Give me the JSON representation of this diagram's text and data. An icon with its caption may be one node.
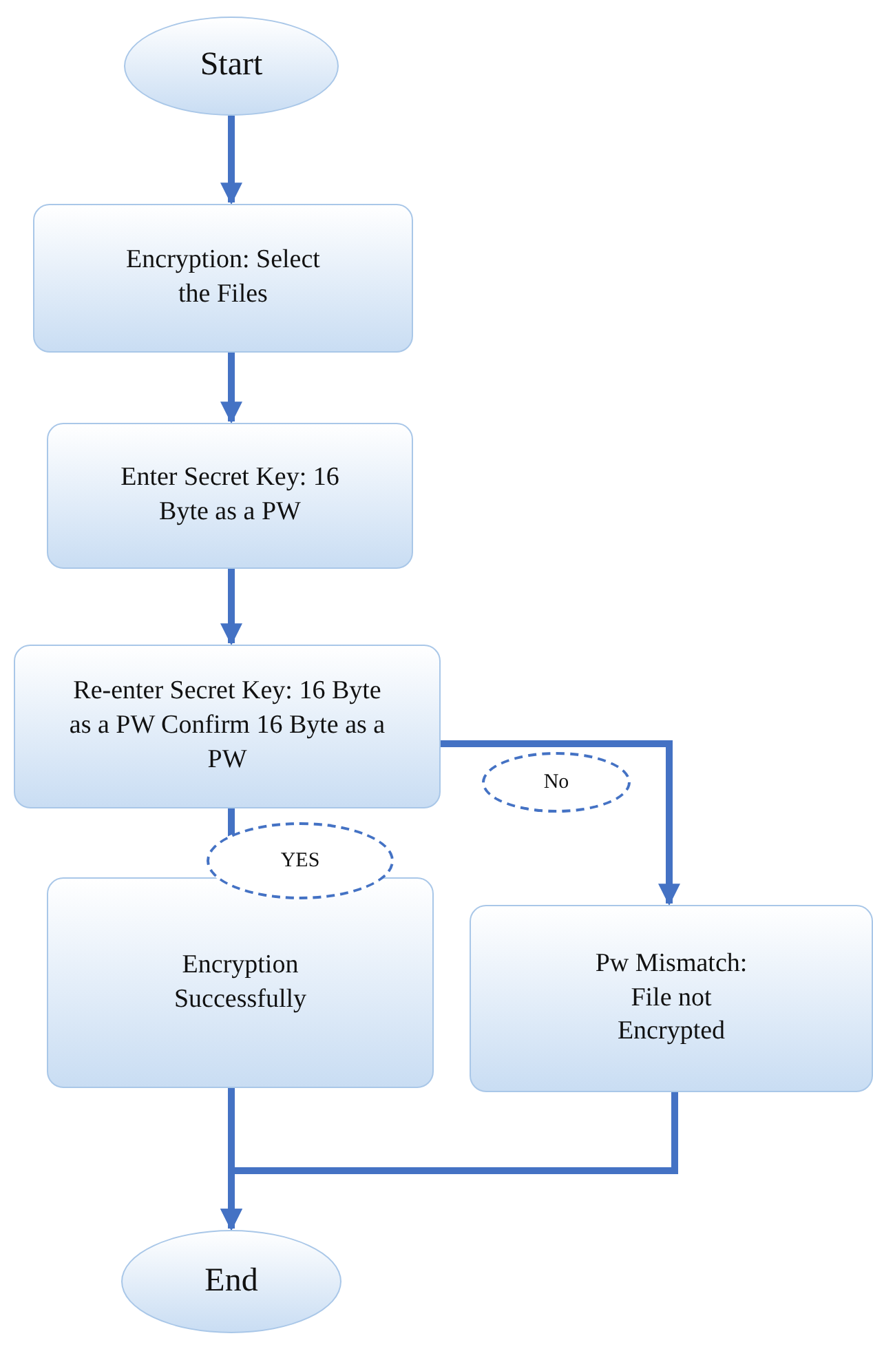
{
  "diagram": {
    "nodes": [
      {
        "text": [
          "Start"
        ]
      },
      {
        "text": [
          "Encryption: Select the Files"
        ]
      },
      {
        "text": [
          "Enter Secret Key: 16 Byte as a PW"
        ]
      },
      {
        "text": [
          "Re-enter Secret Key: 16 Byte as a PW Confirm 16 Byte as a PW"
        ]
      },
      {
        "text": [
          "Encryption Successfully"
        ]
      },
      {
        "text": [
          "Pw Mismatch: File not Encrypted"
        ]
      },
      {
        "text": [
          "End"
        ]
      }
    ],
    "edges": [
      {
        "from": 0,
        "to": 1,
        "arrow": "to"
      },
      {
        "from": 1,
        "to": 2,
        "arrow": "to"
      },
      {
        "from": 2,
        "to": 3,
        "arrow": "to"
      },
      {
        "from": 3,
        "to": 4,
        "arrow": "to",
        "label": "YES"
      },
      {
        "from": 3,
        "to": 5,
        "arrow": "to",
        "label": "No"
      },
      {
        "from": 4,
        "to": 6,
        "arrow": "to"
      },
      {
        "from": 5,
        "to": 6,
        "arrow": "to"
      }
    ]
  }
}
